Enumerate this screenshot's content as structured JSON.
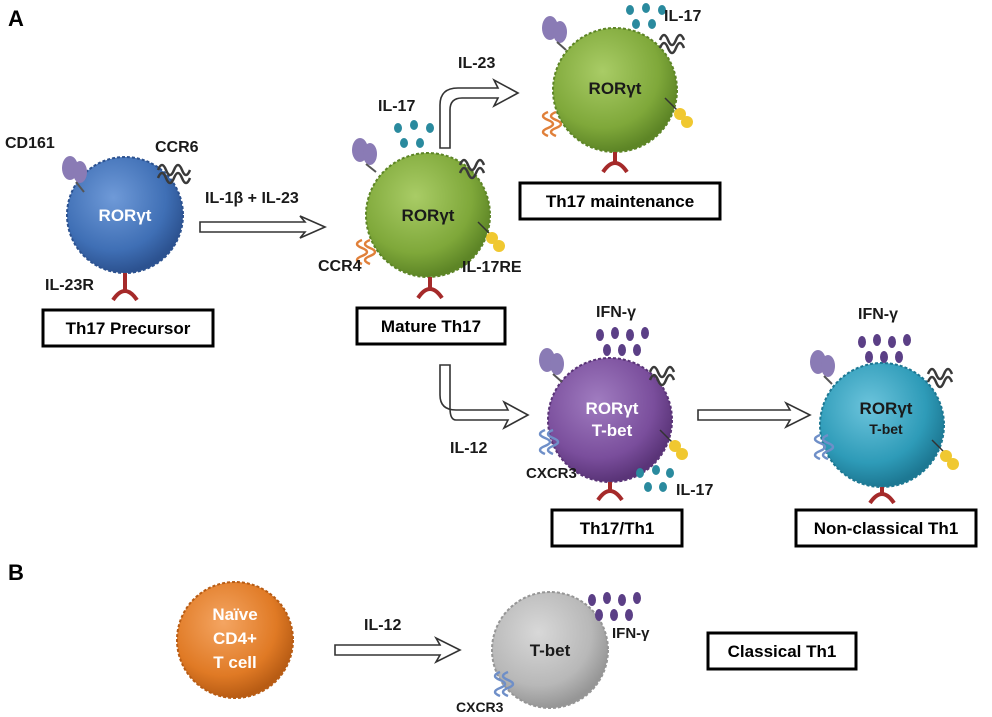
{
  "panels": {
    "a": "A",
    "b": "B"
  },
  "cells": {
    "precursor": {
      "marker": "RORγt",
      "label": "Th17 Precursor",
      "receptors": {
        "cd161": "CD161",
        "ccr6": "CCR6",
        "il23r": "IL-23R"
      }
    },
    "mature": {
      "marker": "RORγt",
      "label": "Mature Th17",
      "receptors": {
        "ccr4": "CCR4",
        "il17re": "IL-17RE"
      },
      "cytokine": "IL-17"
    },
    "maintenance": {
      "marker": "RORγt",
      "label": "Th17 maintenance",
      "cytokine": "IL-17"
    },
    "th17th1": {
      "marker1": "RORγt",
      "marker2": "T-bet",
      "label": "Th17/Th1",
      "receptor": "CXCR3",
      "cytokine1": "IFN-γ",
      "cytokine2": "IL-17"
    },
    "nonclassical": {
      "marker1": "RORγt",
      "marker2": "T-bet",
      "label": "Non-classical Th1",
      "cytokine": "IFN-γ"
    },
    "naive": {
      "line1": "Naïve",
      "line2": "CD4+",
      "line3": "T cell"
    },
    "classical": {
      "marker": "T-bet",
      "label": "Classical Th1",
      "receptor": "CXCR3",
      "cytokine": "IFN-γ"
    }
  },
  "arrows": {
    "precursor_to_mature": "IL-1β + IL-23",
    "mature_to_maintenance": "IL-23",
    "mature_to_th17th1": "IL-12",
    "naive_to_classical": "IL-12"
  },
  "colors": {
    "precursor": "#3f6fb5",
    "mature": "#7fa83a",
    "th17th1": "#7a4e9c",
    "nonclassical": "#2e9bb8",
    "naive": "#e07a25",
    "classical": "#b8b8b8",
    "il17_dot": "#2a8a9e",
    "ifng_dot": "#5b3f86",
    "il23r": "#a52a2a",
    "cd161": "#8a7bb5",
    "ccr6": "#3a3a3a",
    "ccr4": "#e0803a",
    "il17re": "#f0c830",
    "cxcr3": "#6f8fc8"
  }
}
